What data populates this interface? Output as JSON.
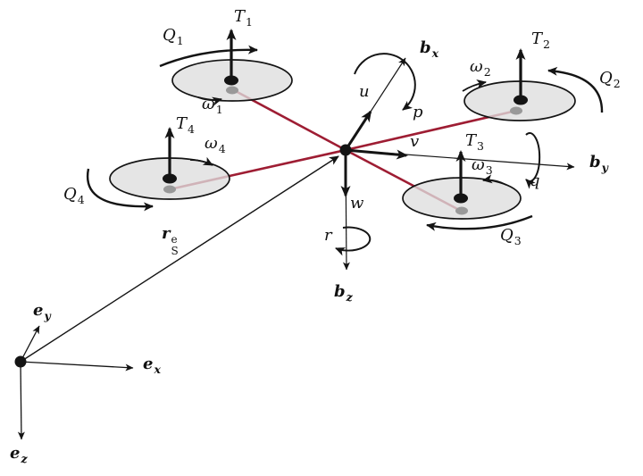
{
  "colors": {
    "ink": "#141414",
    "arm": "#9e1d33",
    "disc": "#dedede",
    "hub": "#999999",
    "background": "#ffffff"
  },
  "labels": {
    "T1": {
      "main": "T",
      "sub": "1"
    },
    "Q1": {
      "main": "Q",
      "sub": "1"
    },
    "w1": {
      "main": "ω",
      "sub": "1"
    },
    "T2": {
      "main": "T",
      "sub": "2"
    },
    "Q2": {
      "main": "Q",
      "sub": "2"
    },
    "w2": {
      "main": "ω",
      "sub": "2"
    },
    "T3": {
      "main": "T",
      "sub": "3"
    },
    "Q3": {
      "main": "Q",
      "sub": "3"
    },
    "w3": {
      "main": "ω",
      "sub": "3"
    },
    "T4": {
      "main": "T",
      "sub": "4"
    },
    "Q4": {
      "main": "Q",
      "sub": "4"
    },
    "w4": {
      "main": "ω",
      "sub": "4"
    },
    "bx": {
      "main": "b",
      "sub": "x"
    },
    "by": {
      "main": "b",
      "sub": "y"
    },
    "bz": {
      "main": "b",
      "sub": "z"
    },
    "u": {
      "main": "u"
    },
    "v": {
      "main": "v"
    },
    "w": {
      "main": "w"
    },
    "p": {
      "main": "p"
    },
    "q": {
      "main": "q"
    },
    "r": {
      "main": "r"
    },
    "rse": {
      "main": "r",
      "sup": "e",
      "sub": "S"
    },
    "ex": {
      "main": "e",
      "sub": "x"
    },
    "ey": {
      "main": "e",
      "sub": "y"
    },
    "ez": {
      "main": "e",
      "sub": "z"
    }
  }
}
